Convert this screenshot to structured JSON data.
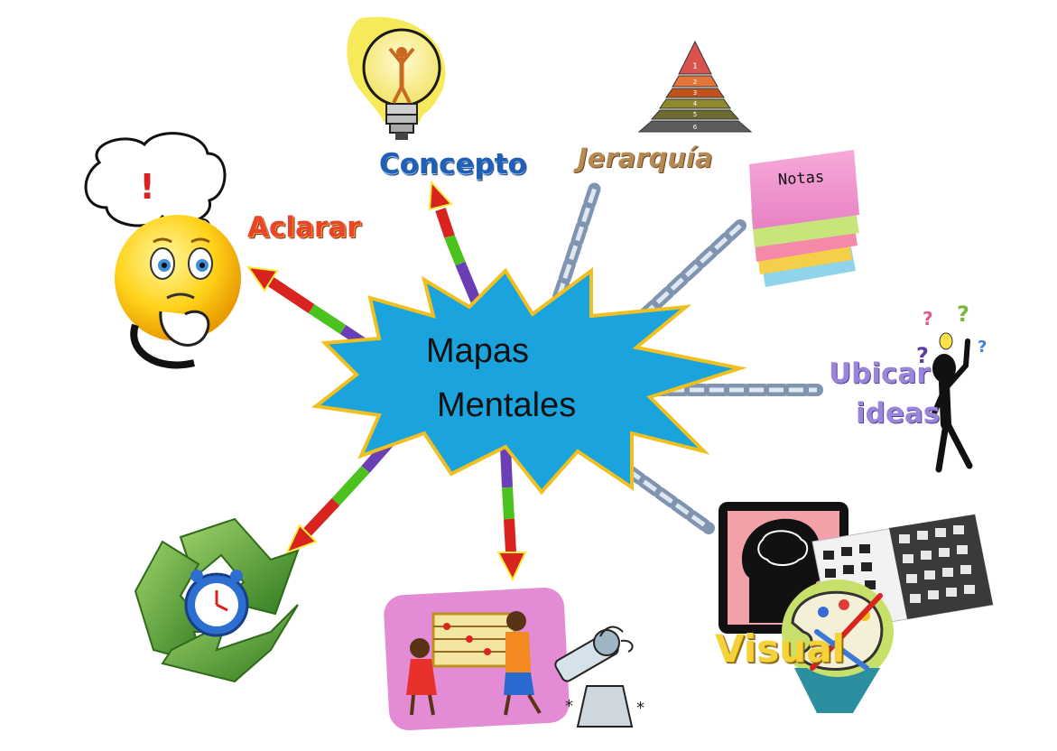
{
  "center": {
    "line1": "Mapas",
    "line2": "Mentales"
  },
  "branches": {
    "concepto": "Concepto",
    "jerarquia": "Jerarquía",
    "aclarar": "Aclarar",
    "ubicar_line1": "Ubicar",
    "ubicar_line2": "ideas",
    "visual": "Visual"
  },
  "notes_label": "Notas",
  "pyramid_levels": [
    "1",
    "2",
    "3",
    "4",
    "5",
    "6"
  ],
  "thought_bubble_mark": "!",
  "colors": {
    "star_fill": "#1aa3dd",
    "star_border": "#f0c020",
    "chain": "#8fa4bf",
    "arrow_red": "#d8231e",
    "arrow_green": "#4cc21e",
    "arrow_purple": "#6a3fb5",
    "recycle_green": "#4e9a2e"
  }
}
